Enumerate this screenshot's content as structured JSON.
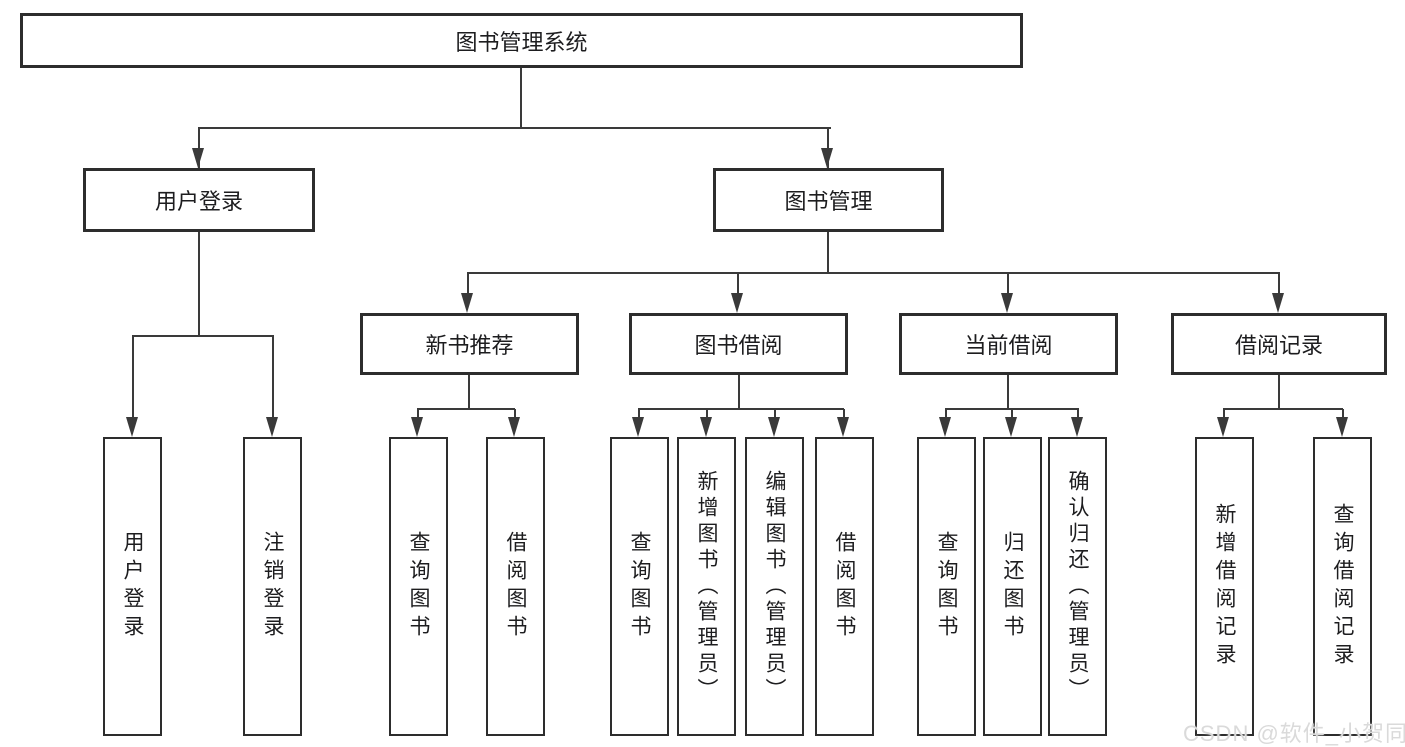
{
  "colors": {
    "line": "#3a3a3a",
    "box_border": "#2d2d2d",
    "text": "#1d1d1f",
    "background": "#ffffff",
    "watermark": "#dadada"
  },
  "watermark": {
    "text": "CSDN @软件_小贺同学"
  },
  "tree": {
    "root": "图书管理系统",
    "branches": [
      {
        "label": "用户登录",
        "children": [
          "用户登录",
          "注销登录"
        ]
      },
      {
        "label": "图书管理",
        "children": [
          {
            "label": "新书推荐",
            "children": [
              "查询图书",
              "借阅图书"
            ]
          },
          {
            "label": "图书借阅",
            "children": [
              "查询图书",
              "新增图书（管理员）",
              "编辑图书（管理员）",
              "借阅图书"
            ]
          },
          {
            "label": "当前借阅",
            "children": [
              "查询图书",
              "归还图书",
              "确认归还（管理员）"
            ]
          },
          {
            "label": "借阅记录",
            "children": [
              "新增借阅记录",
              "查询借阅记录"
            ]
          }
        ]
      }
    ]
  }
}
